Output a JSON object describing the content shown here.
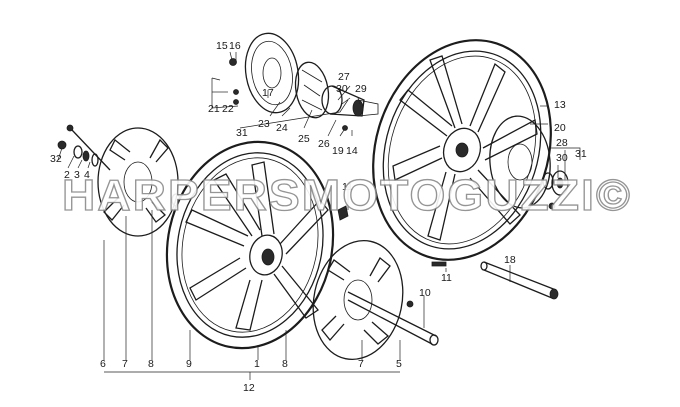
{
  "watermark": "HARPERSMOTOGUZZI©",
  "labels": {
    "c1": "1",
    "c2": "2",
    "c3": "3",
    "c4": "4",
    "c5": "5",
    "c6": "6",
    "c7a": "7",
    "c7b": "7",
    "c8a": "8",
    "c8b": "8",
    "c9": "9",
    "c10": "10",
    "c11a": "11",
    "c11b": "11",
    "c12": "12",
    "c13": "13",
    "c14": "14",
    "c15": "15",
    "c16": "16",
    "c17": "17",
    "c18": "18",
    "c19": "19",
    "c20": "20",
    "c21": "21",
    "c22": "22",
    "c23": "23",
    "c24": "24",
    "c25": "25",
    "c26": "26",
    "c27": "27",
    "c28": "28",
    "c29": "29",
    "c30a": "30",
    "c30b": "30",
    "c31a": "31",
    "c31b": "31",
    "c32": "32"
  }
}
